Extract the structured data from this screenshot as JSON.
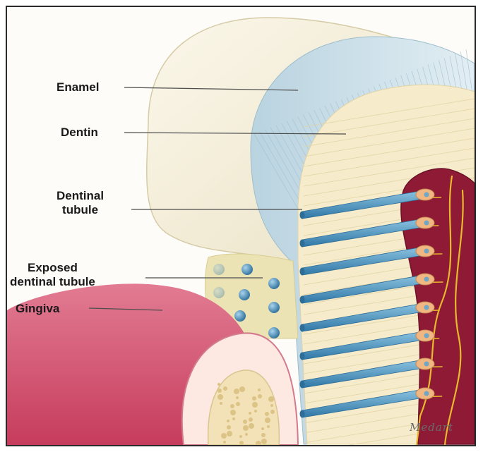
{
  "labels": {
    "enamel": "Enamel",
    "dentin": "Dentin",
    "dentinal_tubule_line1": "Dentinal",
    "dentinal_tubule_line2": "tubule",
    "exposed_line1": "Exposed",
    "exposed_line2": "dentinal tubule",
    "gingiva": "Gingiva"
  },
  "signature": "Medart",
  "colors": {
    "enamel": "#f1ebd6",
    "dentin_band": "#cfe1ea",
    "dentin_inner": "#f7eecf",
    "pulp": "#8e1a35",
    "gingiva": "#d9526f",
    "tubule": "#5a9ec6",
    "nerve": "#e8b92c"
  }
}
